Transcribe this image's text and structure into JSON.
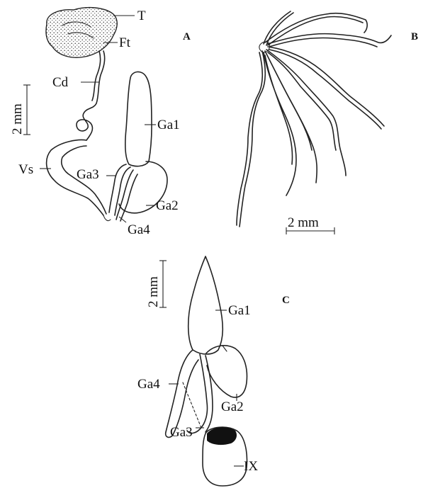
{
  "panels": {
    "a": {
      "letter": "A",
      "labels": {
        "testis": "T",
        "ft": "Ft",
        "cd": "Cd",
        "vs": "Vs",
        "ga1": "Ga1",
        "ga2": "Ga2",
        "ga3": "Ga3",
        "ga4": "Ga4"
      },
      "scale_bar": "2 mm"
    },
    "b": {
      "letter": "B",
      "scale_bar": "2 mm"
    },
    "c": {
      "letter": "C",
      "labels": {
        "ga1": "Ga1",
        "ga2": "Ga2",
        "ga3": "Ga3",
        "ga4": "Ga4",
        "ix": "IX"
      },
      "scale_bar": "2 mm"
    }
  }
}
